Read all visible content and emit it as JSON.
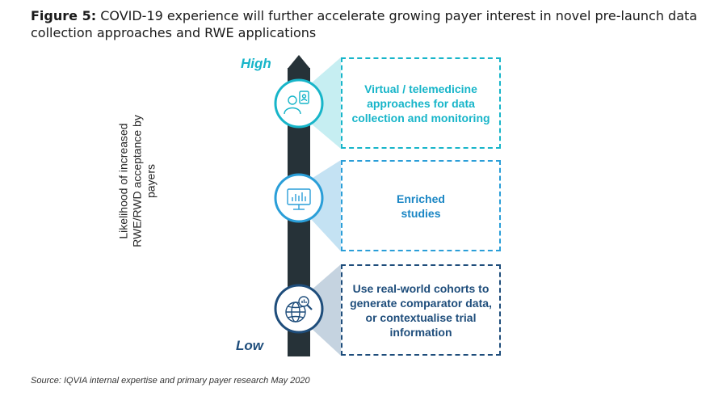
{
  "title": {
    "prefix": "Figure 5:",
    "text": "COVID-19 experience will further accelerate growing payer interest in novel pre-launch data collection approaches and RWE applications"
  },
  "axis": {
    "label": "Likelihood of increased RWE/RWD acceptance by payers",
    "high": "High",
    "low": "Low"
  },
  "items": [
    {
      "label": "Virtual / telemedicine approaches for data collection and monitoring",
      "icon": "telemedicine-person-device-icon",
      "color": "#17b5c9"
    },
    {
      "label": "Enriched studies",
      "icon": "monitor-chart-icon",
      "color": "#2a9ed8"
    },
    {
      "label": "Use real-world cohorts to generate comparator data, or contextualise trial information",
      "icon": "globe-magnifier-icon",
      "color": "#1e4d7b"
    }
  ],
  "source": "Source: IQVIA internal expertise and primary payer research May 2020"
}
